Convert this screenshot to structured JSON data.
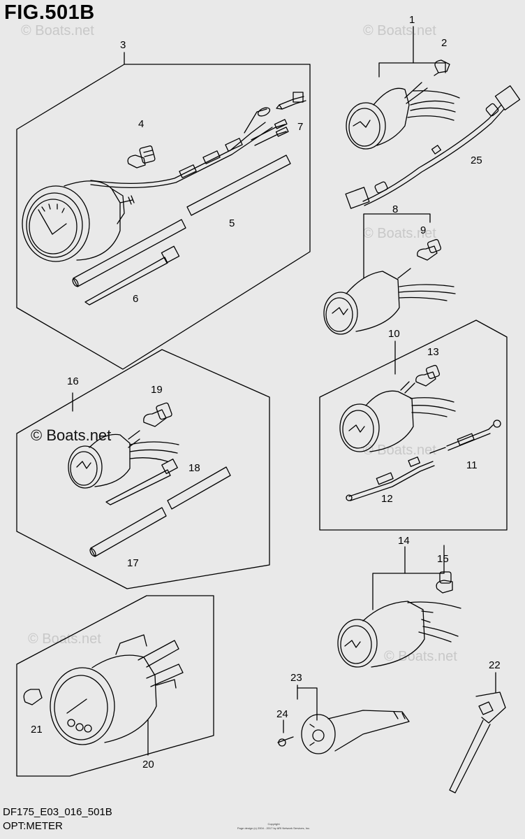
{
  "figure": {
    "title": "FIG.501B",
    "code": "DF175_E03_016_501B",
    "subtitle": "OPT:METER",
    "copyright_small_1": "Copyright",
    "copyright_small_2": "Page design (c) 2004 - 2017 by ARI Network Services, Inc.",
    "watermark": "© Boats.net"
  },
  "callouts": [
    {
      "id": "c1",
      "text": "1"
    },
    {
      "id": "c2",
      "text": "2"
    },
    {
      "id": "c3",
      "text": "3"
    },
    {
      "id": "c4",
      "text": "4"
    },
    {
      "id": "c5",
      "text": "5"
    },
    {
      "id": "c6",
      "text": "6"
    },
    {
      "id": "c7",
      "text": "7"
    },
    {
      "id": "c8",
      "text": "8"
    },
    {
      "id": "c9",
      "text": "9"
    },
    {
      "id": "c10",
      "text": "10"
    },
    {
      "id": "c11",
      "text": "11"
    },
    {
      "id": "c12",
      "text": "12"
    },
    {
      "id": "c13",
      "text": "13"
    },
    {
      "id": "c14",
      "text": "14"
    },
    {
      "id": "c15",
      "text": "15"
    },
    {
      "id": "c16",
      "text": "16"
    },
    {
      "id": "c17",
      "text": "17"
    },
    {
      "id": "c18",
      "text": "18"
    },
    {
      "id": "c19",
      "text": "19"
    },
    {
      "id": "c20",
      "text": "20"
    },
    {
      "id": "c21",
      "text": "21"
    },
    {
      "id": "c22",
      "text": "22"
    },
    {
      "id": "c23",
      "text": "23"
    },
    {
      "id": "c24",
      "text": "24"
    },
    {
      "id": "c25",
      "text": "25"
    }
  ],
  "colors": {
    "background": "#e9e9e9",
    "line": "#000000",
    "watermark": "#c8c8c8"
  }
}
